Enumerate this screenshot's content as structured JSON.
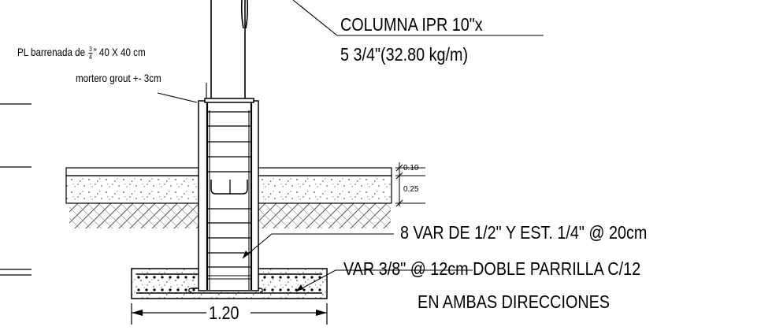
{
  "labels": {
    "column_line1": "COLUMNA IPR 10\"x",
    "column_line2": "5 3/4\"(32.80 kg/m)",
    "plate_prefix": "PL barrenada de",
    "plate_frac_num": "3",
    "plate_frac_den": "4",
    "plate_suffix": "\" 40 X 40 cm",
    "grout": "mortero grout +- 3cm",
    "rebar": "8 VAR DE 1/2\" Y EST. 1/4\" @ 20cm",
    "footing_line1": "VAR 3/8\" @ 12cm DOBLE PARRILLA C/12",
    "footing_line2": "EN AMBAS DIRECCIONES",
    "dim_slab_top": "0.10",
    "dim_slab": "0.25",
    "dim_width": "1.20"
  },
  "colors": {
    "line": "#000000",
    "hatch": "#555555",
    "background": "#ffffff"
  }
}
